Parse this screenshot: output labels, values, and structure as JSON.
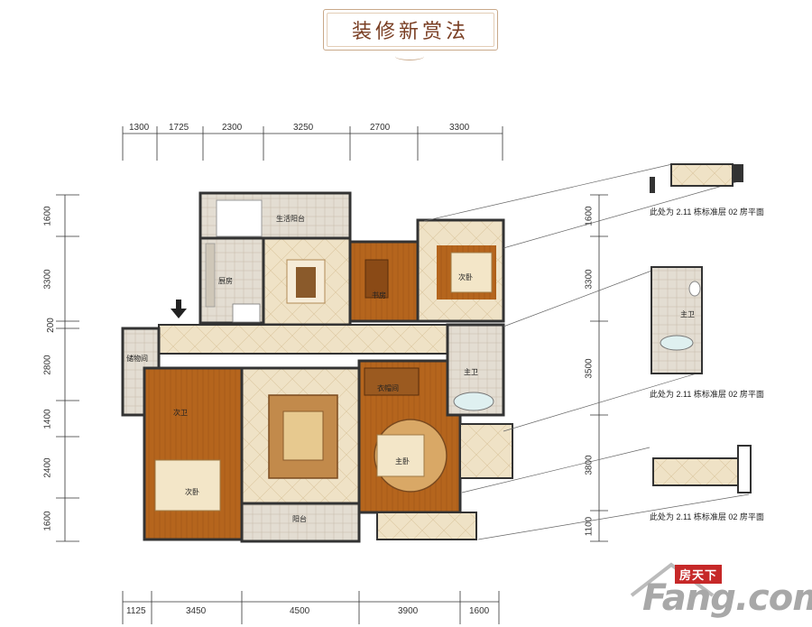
{
  "title": "装修新赏法",
  "top_dimensions": [
    "1300",
    "1725",
    "2300",
    "3250",
    "2700",
    "3300"
  ],
  "bottom_dimensions": [
    "1125",
    "3450",
    "4500",
    "3900",
    "1600"
  ],
  "left_dimensions": [
    "1600",
    "3300",
    "200",
    "2800",
    "1400",
    "2400",
    "1600"
  ],
  "right_dimensions": [
    "1600",
    "3300",
    "3500",
    "3800",
    "1100"
  ],
  "room_labels": {
    "service_balcony": "生活阳台",
    "kitchen": "厨房",
    "study": "书房",
    "second_bedroom_top": "次卧",
    "storage": "储物间",
    "guest_bath": "次卫",
    "master_bath": "主卫",
    "closet": "衣帽间",
    "master_bedroom": "主卧",
    "second_bedroom_bottom": "次卧",
    "balcony": "阳台"
  },
  "inset_notes": [
    "此处为 2.11 栋标准层 02 房平面",
    "此处为 2.11 栋标准层 02 房平面",
    "此处为 2.11 栋标准层 02 房平面"
  ],
  "inset_labels": {
    "bath": "主卫"
  },
  "watermark": {
    "chinese": "房天下",
    "english": "Fang.com"
  },
  "colors": {
    "wood": "#b5651d",
    "marble": "#e8d6b4",
    "wall": "#333333",
    "tile": "#d9d2c6"
  },
  "icons": [
    "entrance-arrow-icon"
  ]
}
